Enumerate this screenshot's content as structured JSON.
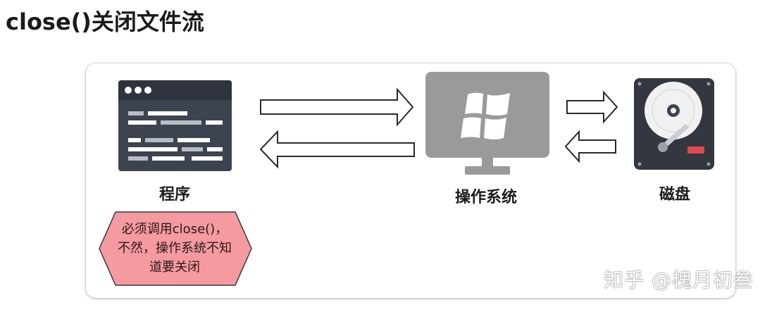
{
  "title": "close()关闭文件流",
  "nodes": {
    "program": {
      "label": "程序",
      "icon": "program-window-icon"
    },
    "os": {
      "label": "操作系统",
      "icon": "monitor-windows-icon"
    },
    "disk": {
      "label": "磁盘",
      "icon": "hard-disk-icon"
    }
  },
  "note": {
    "lines": [
      "必须调用close()，",
      "不然，操作系统不知",
      "道要关闭"
    ],
    "fill": "#f59aa0",
    "stroke": "#3a3a3a"
  },
  "watermark": "知乎 @槐月初叁",
  "colors": {
    "window_dark": "#3d434f",
    "window_titlebar": "#2e333d",
    "code_line": "#ffffff",
    "code_line_dim": "#b8bcc4",
    "monitor": "#9a9a9a",
    "disk_body": "#33373f",
    "disk_platter": "#f1f1f1",
    "disk_led": "#e0474c"
  }
}
